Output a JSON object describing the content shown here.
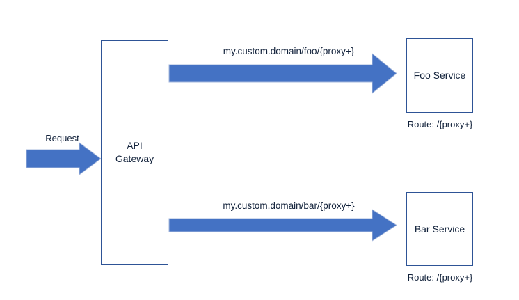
{
  "diagram": {
    "title": "API Gateway proxy routing diagram",
    "background_color": "#ffffff",
    "arrow_color": "#4472C4",
    "box_border_color": "#2E5496",
    "text_color": "#11213a"
  },
  "entry": {
    "label": "Request",
    "arrow_name": "request-arrow"
  },
  "gateway": {
    "label": "API\nGateway"
  },
  "routes": [
    {
      "edge_label": "my.custom.domain/foo/{proxy+}",
      "service_label": "Foo Service",
      "route_caption": "Route: /{proxy+}"
    },
    {
      "edge_label": "my.custom.domain/bar/{proxy+}",
      "service_label": "Bar Service",
      "route_caption": "Route: /{proxy+}"
    }
  ]
}
